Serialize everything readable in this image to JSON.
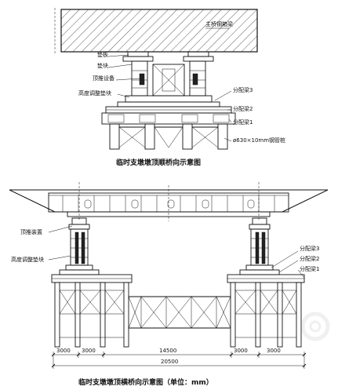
{
  "top_view": {
    "labels": {
      "main_girder": "主桥钢箱梁",
      "pad_plate": "垫板",
      "pad_block": "垫块",
      "jacking_device": "顶推设备",
      "height_adjust": "高度调整垫块",
      "beam3": "分配梁3",
      "beam2": "分配梁2",
      "beam1": "分配梁1",
      "steel_pipe": "ø630×10mm钢管桩"
    },
    "caption": "临时支墩墩顶顺桥向示意图"
  },
  "bottom_view": {
    "labels": {
      "jacking_device": "顶推装置",
      "height_adjust": "高度调整垫块",
      "beam3": "分配梁3",
      "beam2": "分配梁2",
      "beam1": "分配梁1"
    },
    "dimensions": {
      "d1": "3000",
      "d2": "3000",
      "d3": "14500",
      "d4": "3000",
      "d5": "3000",
      "total": "20500"
    },
    "caption": "临时支墩墩顶横桥向示意图（单位：mm）"
  }
}
